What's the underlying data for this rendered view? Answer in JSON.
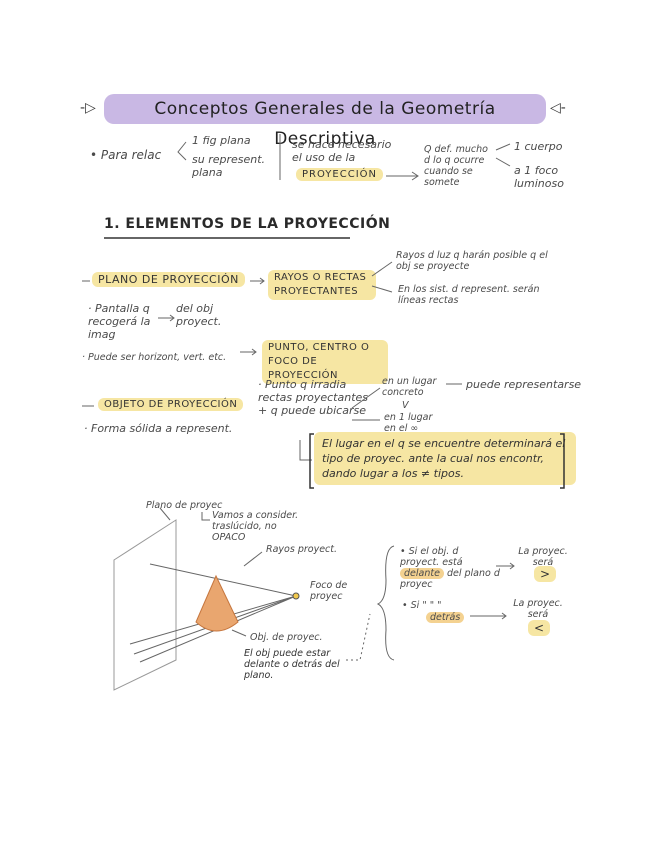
{
  "title": {
    "text": "Conceptos Generales de la Geometría Descriptiva",
    "left_arrow": "-▷",
    "right_arrow": "◁-"
  },
  "intro": {
    "para_relac": "• Para relac",
    "opt1": "1 fig plana",
    "opt2": "su represent. plana",
    "se_hace": "se hace necesario el uso de la",
    "proyeccion": "PROYECCIÓN",
    "note": "Q def. mucho d lo q ocurre cuando se somete",
    "res1": "1 cuerpo",
    "res2": "a 1 foco luminoso"
  },
  "section": {
    "title": "1. ELEMENTOS DE LA PROYECCIÓN"
  },
  "plano": {
    "title": "PLANO DE PROYECCIÓN",
    "desc1": "· Pantalla q recogerá la imag",
    "desc2": "del obj proyect.",
    "desc3": "· Puede ser horizont, vert. etc."
  },
  "rayos": {
    "title": "RAYOS O RECTAS PROYECTANTES",
    "note1": "Rayos d luz q harán posible q el obj se proyecte",
    "note2": "En los sist. d represent. serán líneas rectas"
  },
  "objeto": {
    "title": "OBJETO DE PROYECCIÓN",
    "desc": "· Forma sólida a represent."
  },
  "punto": {
    "title": "PUNTO, CENTRO O FOCO DE PROYECCIÓN",
    "desc": "· Punto q irradia rectas proyectantes + q puede ubicarse",
    "opt1": "en un lugar concreto",
    "opt1_result": "puede representarse",
    "v": "V",
    "opt2": "en 1 lugar en el ∞",
    "box": "El lugar en el q se encuentre determinará el tipo de proyec. ante la cual nos encontr, dando lugar a los ≠ tipos."
  },
  "diagram": {
    "plano_label": "Plano de proyec",
    "vamos": "Vamos a consider. traslúcido, no OPACO",
    "rayos_label": "Rayos proyect.",
    "foco_label": "Foco de proyec",
    "obj_label": "Obj. de proyec.",
    "obj_note": "El obj puede estar delante o detrás del plano."
  },
  "cases": {
    "case1_text": "• Si el obj. d proyect. está",
    "case1_hl": "delante",
    "case1_text2": "del plano d proyec",
    "case1_result": "La proyec. será",
    "case1_sym": ">",
    "case2_text": "• Si \"   \"   \"",
    "case2_hl": "detrás",
    "case2_result": "La proyec. será",
    "case2_sym": "<"
  },
  "colors": {
    "purple": "#c9b8e4",
    "yellow": "#f6e6a3",
    "orange_cone": "#e9a66f"
  }
}
